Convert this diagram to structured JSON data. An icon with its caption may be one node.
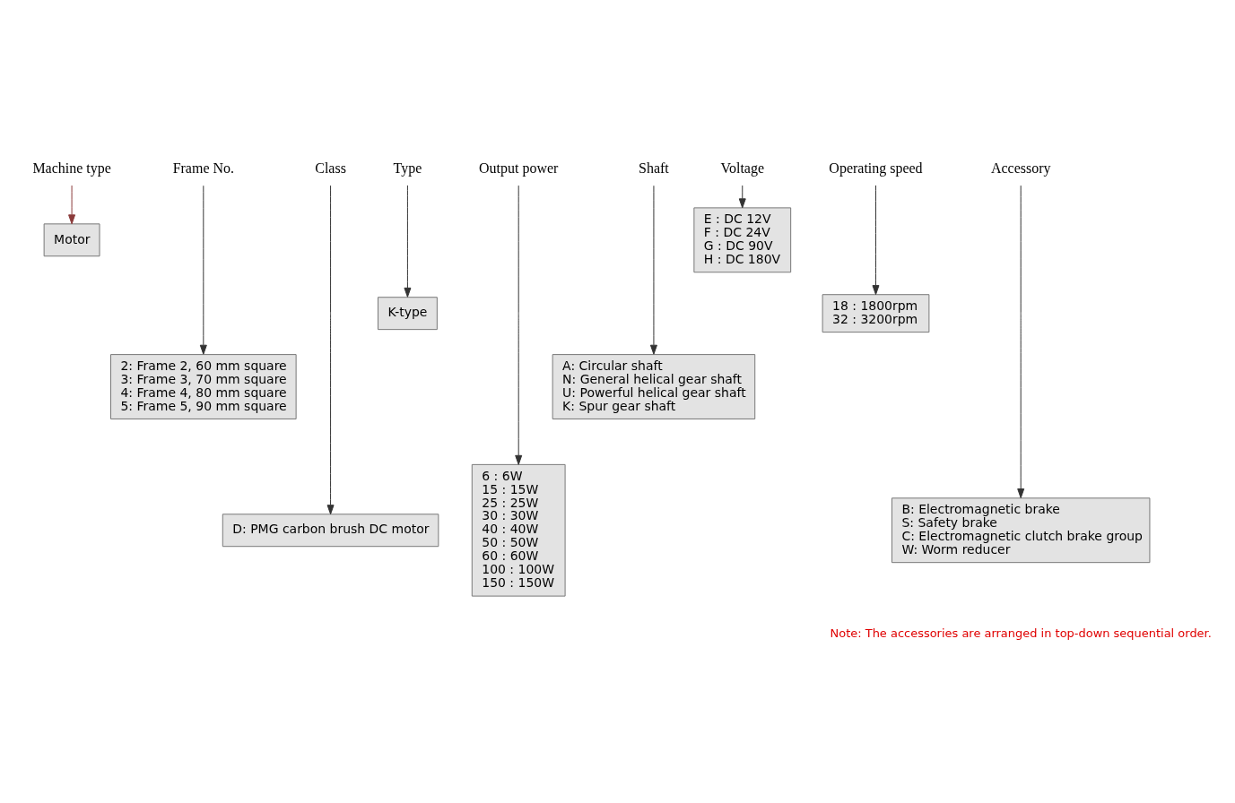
{
  "diagram": {
    "nodes": [
      {
        "text": [
          "Machine type"
        ]
      },
      {
        "text": [
          "Frame No."
        ]
      },
      {
        "text": [
          "Class"
        ]
      },
      {
        "text": [
          "Type"
        ]
      },
      {
        "text": [
          "Output power"
        ]
      },
      {
        "text": [
          "Shaft"
        ]
      },
      {
        "text": [
          "Voltage"
        ]
      },
      {
        "text": [
          "Operating speed"
        ]
      },
      {
        "text": [
          "Accessory"
        ]
      },
      {
        "text": [
          "Motor"
        ]
      },
      {
        "text": [
          "2: Frame 2, 60 mm square",
          "3: Frame 3, 70 mm square",
          "4: Frame 4, 80 mm square",
          "5: Frame 5, 90 mm square"
        ]
      },
      {
        "text": [
          "D: PMG carbon brush DC motor"
        ]
      },
      {
        "text": [
          "K-type"
        ]
      },
      {
        "text": [
          "6 : 6W",
          "15 : 15W",
          "25 : 25W",
          "30 : 30W",
          "40 : 40W",
          "50 : 50W",
          "60 : 60W",
          "100 : 100W",
          "150 : 150W"
        ]
      },
      {
        "text": [
          "A: Circular shaft",
          "N: General helical gear shaft",
          "U: Powerful helical gear shaft",
          "K: Spur gear shaft"
        ]
      },
      {
        "text": [
          "E : DC 12V",
          "F : DC 24V",
          "G : DC 90V",
          "H : DC 180V"
        ]
      },
      {
        "text": [
          "18 : 1800rpm",
          "32 : 3200rpm"
        ]
      },
      {
        "text": [
          "B: Electromagnetic brake",
          "S: Safety brake",
          "C: Electromagnetic clutch brake group",
          "W: Worm reducer"
        ]
      }
    ],
    "edges": [
      {
        "from": 0,
        "to": 9,
        "arrow": "to",
        "color": "#8b3a3a"
      },
      {
        "from": 1,
        "to": 10,
        "arrow": "to"
      },
      {
        "from": 2,
        "to": 11,
        "arrow": "to"
      },
      {
        "from": 3,
        "to": 12,
        "arrow": "to"
      },
      {
        "from": 4,
        "to": 13,
        "arrow": "to"
      },
      {
        "from": 5,
        "to": 14,
        "arrow": "to"
      },
      {
        "from": 6,
        "to": 15,
        "arrow": "to"
      },
      {
        "from": 7,
        "to": 16,
        "arrow": "to"
      },
      {
        "from": 8,
        "to": 17,
        "arrow": "to"
      }
    ],
    "labels": [
      "Note: The accessories are arranged in top-down sequential order."
    ]
  }
}
